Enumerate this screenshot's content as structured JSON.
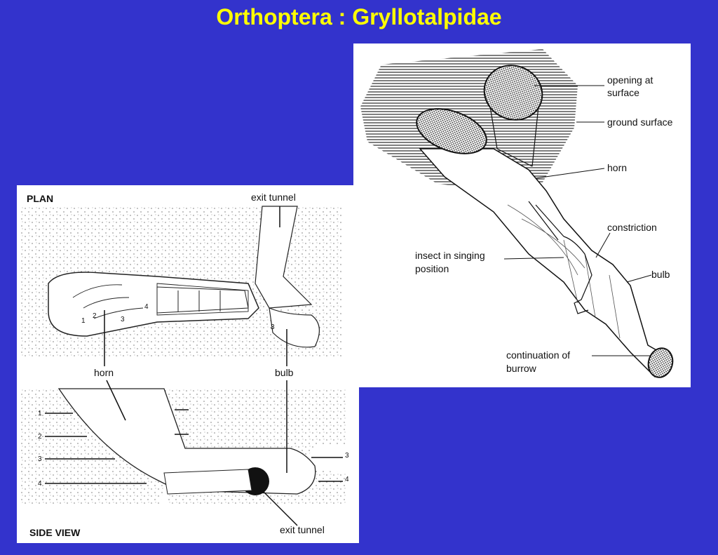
{
  "title": "Orthoptera : Gryllotalpidae",
  "right_diagram": {
    "labels": {
      "opening": "opening at",
      "opening2": "surface",
      "ground": "ground surface",
      "horn": "horn",
      "constriction": "constriction",
      "insect": "insect in singing",
      "insect2": "position",
      "bulb": "bulb",
      "continuation": "continuation of",
      "continuation2": "burrow"
    }
  },
  "left_diagram": {
    "plan": "PLAN",
    "side_view": "SIDE VIEW",
    "exit_tunnel_top": "exit tunnel",
    "exit_tunnel_bottom": "exit tunnel",
    "horn": "horn",
    "bulb": "bulb",
    "numbers": [
      "1",
      "2",
      "3",
      "4"
    ]
  }
}
